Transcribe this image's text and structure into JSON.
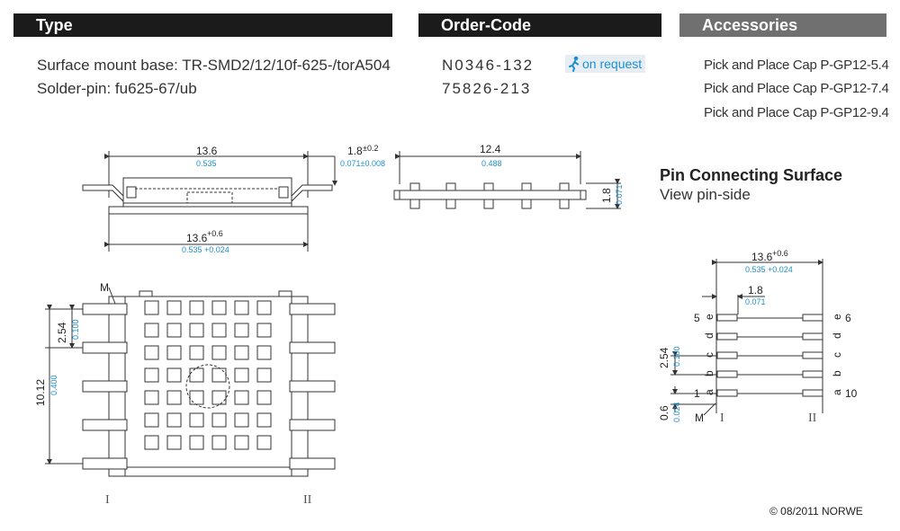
{
  "headers": {
    "type": "Type",
    "order_code": "Order-Code",
    "accessories": "Accessories"
  },
  "type_lines": [
    "Surface mount base:  TR-SMD2/12/10f-625-/torA504",
    "Solder-pin:  fu625-67/ub"
  ],
  "order_codes": [
    "N0346-132",
    "75826-213"
  ],
  "on_request": "on request",
  "accessories": [
    "Pick and Place Cap P-GP12-5.4",
    "Pick and Place Cap P-GP12-7.4",
    "Pick and Place Cap P-GP12-9.4"
  ],
  "pin_surface": {
    "title": "Pin Connecting Surface",
    "subtitle": "View pin-side"
  },
  "dims": {
    "side_width": "13.6",
    "side_width_in": "0.535",
    "side_height": "1.8",
    "side_height_tol": "±0.2",
    "side_height_in": "0.071±0.008",
    "side_bottom": "13.6",
    "side_bottom_tol": "+0.6",
    "side_bottom_in": "0.535 +0.024",
    "front_width": "12.4",
    "front_width_in": "0.488",
    "front_height": "1.8",
    "front_height_in": "0.071",
    "top_pitch": "2.54",
    "top_pitch_in": "0.100",
    "top_span": "10.12",
    "top_span_in": "0.400",
    "pin_span": "13.6",
    "pin_span_tol": "+0.6",
    "pin_span_in": "0.535 +0.024",
    "pin_off": "1.8",
    "pin_off_in": "0.071",
    "pin_pitch": "2.54",
    "pin_pitch_in": "0.100",
    "pin_m": "0.6",
    "pin_m_in": "0.024"
  },
  "labels": {
    "m": "M",
    "roman_1": "I",
    "roman_2": "II",
    "left_pins": [
      "5",
      "1"
    ],
    "right_pins": [
      "6",
      "10"
    ],
    "rows": [
      "e",
      "d",
      "c",
      "b",
      "a"
    ]
  },
  "copyright": "© 08/2011 NORWE",
  "colors": {
    "accent": "#1d8fd1",
    "header_dark": "#1b1b1b",
    "header_grey": "#707070"
  }
}
